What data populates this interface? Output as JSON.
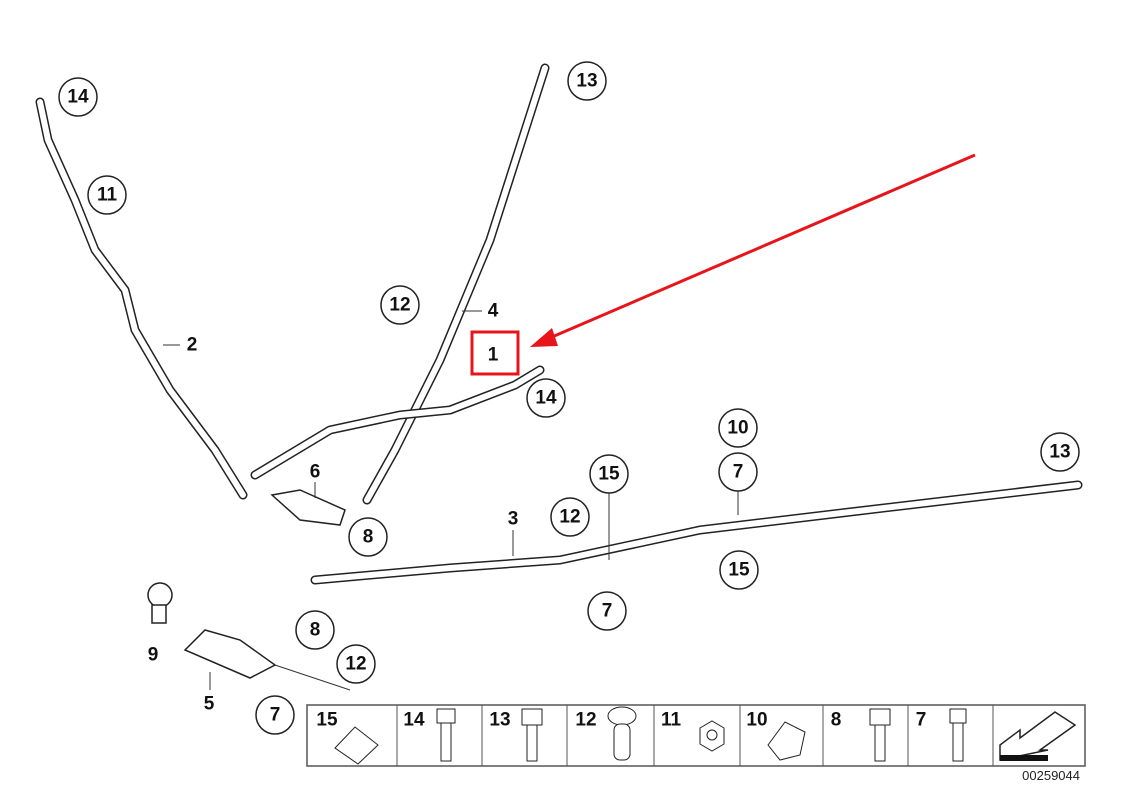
{
  "diagram": {
    "callouts": [
      "14",
      "11",
      "13",
      "12",
      "14",
      "10",
      "7",
      "13",
      "15",
      "12",
      "8",
      "15",
      "7",
      "8",
      "12",
      "7"
    ],
    "labels": [
      "2",
      "4",
      "1",
      "6",
      "3",
      "9",
      "5"
    ],
    "highlight_color": "#e8141c",
    "highlighted_part": "1"
  },
  "legend": {
    "items": [
      {
        "num": "15",
        "icon": "clip-nut-icon"
      },
      {
        "num": "14",
        "icon": "hex-bolt-icon"
      },
      {
        "num": "13",
        "icon": "hex-bolt-icon"
      },
      {
        "num": "12",
        "icon": "rivet-nut-icon"
      },
      {
        "num": "11",
        "icon": "hex-nut-icon"
      },
      {
        "num": "10",
        "icon": "cage-nut-icon"
      },
      {
        "num": "8",
        "icon": "hex-bolt-icon"
      },
      {
        "num": "7",
        "icon": "hex-bolt-icon"
      }
    ],
    "code": "00259044"
  }
}
